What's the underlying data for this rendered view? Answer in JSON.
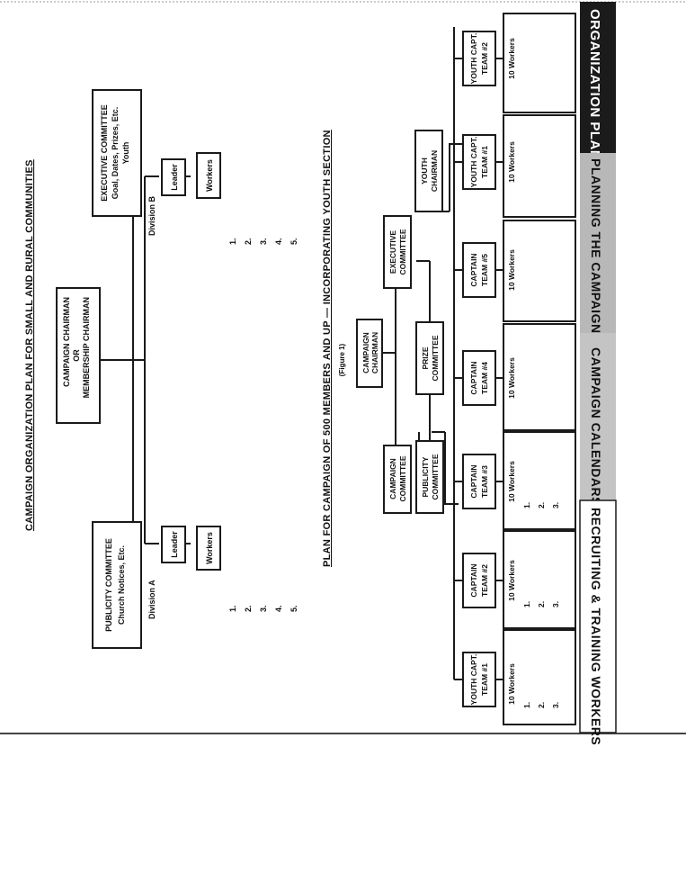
{
  "side_tabs": {
    "tab1": "ORGANIZATION PLANS",
    "tab2": "PLANNING THE CAMPAIGN (OVER)",
    "tab3": "CAMPAIGN CALENDARS",
    "tab4": "RECRUITING & TRAINING WORKERS",
    "colors": {
      "active_bg": "#1b1b1b",
      "active_fg": "#ffffff",
      "inactive_bg": "#b8b8b8",
      "inactive_fg": "#111111"
    }
  },
  "plan_small": {
    "title": "CAMPAIGN ORGANIZATION PLAN FOR SMALL AND RURAL COMMUNITIES",
    "chairman": [
      "CAMPAIGN CHAIRMAN",
      "OR",
      "MEMBERSHIP CHAIRMAN"
    ],
    "publicity": [
      "PUBLICITY COMMITTEE",
      "Church Notices, Etc."
    ],
    "executive": [
      "EXECUTIVE COMMITTEE",
      "Goal, Dates, Prizes, Etc.",
      "Youth"
    ],
    "division_a": "Division A",
    "division_b": "Division B",
    "leader": "Leader",
    "workers": "Workers",
    "list_a": [
      "1.",
      "2.",
      "3.",
      "4.",
      "5."
    ],
    "list_b": [
      "1.",
      "2.",
      "3.",
      "4.",
      "5."
    ]
  },
  "plan_large": {
    "title": "PLAN FOR CAMPAIGN OF 500 MEMBERS AND UP — INCORPORATING YOUTH SECTION",
    "figure": "(Figure 1)",
    "chairman": [
      "CAMPAIGN",
      "CHAIRMAN"
    ],
    "campaign_committee": [
      "CAMPAIGN",
      "COMMITTEE"
    ],
    "executive_committee": [
      "EXECUTIVE",
      "COMMITTEE"
    ],
    "publicity_committee": [
      "PUBLICITY",
      "COMMITTEE"
    ],
    "prize_committee": [
      "PRIZE",
      "COMMITTEE"
    ],
    "youth_chairman": [
      "YOUTH",
      "CHAIRMAN"
    ],
    "teams": [
      {
        "label": [
          "YOUTH CAPT.",
          "TEAM #1"
        ],
        "workers": "10 Workers",
        "items": [
          "1.",
          "2.",
          "3."
        ]
      },
      {
        "label": [
          "CAPTAIN",
          "TEAM #2"
        ],
        "workers": "10 Workers",
        "items": [
          "1.",
          "2.",
          "3."
        ]
      },
      {
        "label": [
          "CAPTAIN",
          "TEAM #3"
        ],
        "workers": "10 Workers",
        "items": [
          "1.",
          "2.",
          "3."
        ]
      },
      {
        "label": [
          "CAPTAIN",
          "TEAM #4"
        ],
        "workers": "10 Workers",
        "items": []
      },
      {
        "label": [
          "CAPTAIN",
          "TEAM #5"
        ],
        "workers": "10 Workers",
        "items": []
      },
      {
        "label": [
          "YOUTH CAPT.",
          "TEAM #1"
        ],
        "workers": "10 Workers",
        "items": []
      },
      {
        "label": [
          "YOUTH CAPT.",
          "TEAM #2"
        ],
        "workers": "10 Workers",
        "items": []
      }
    ]
  }
}
